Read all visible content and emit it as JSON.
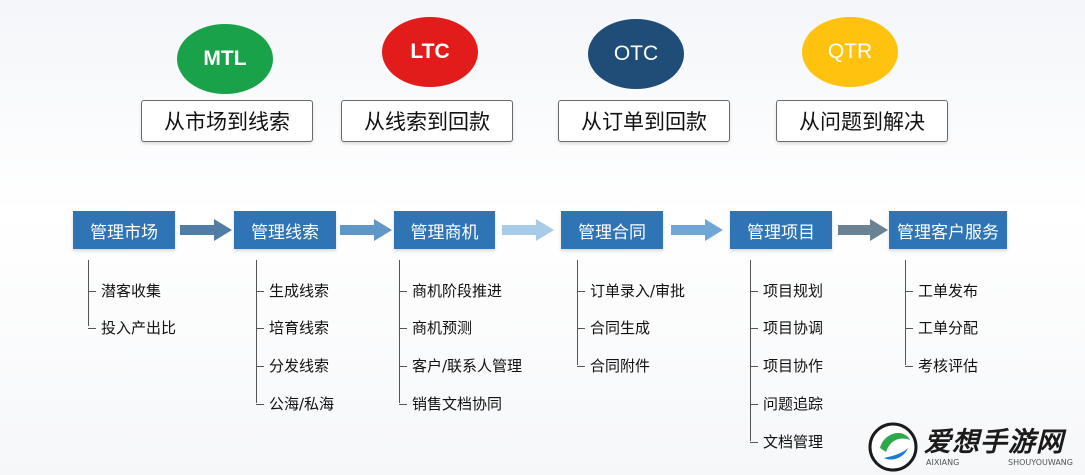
{
  "top_concepts": [
    {
      "abbr": "MTL",
      "label": "从市场到线索",
      "color": "#1aa24a"
    },
    {
      "abbr": "LTC",
      "label": "从线索到回款",
      "color": "#e21b1b"
    },
    {
      "abbr": "OTC",
      "label": "从订单到回款",
      "color": "#1f4d78"
    },
    {
      "abbr": "QTR",
      "label": "从问题到解决",
      "color": "#ffc20e"
    }
  ],
  "stages": [
    {
      "title": "管理市场",
      "items": [
        "潜客收集",
        "投入产出比"
      ]
    },
    {
      "title": "管理线索",
      "items": [
        "生成线索",
        "培育线索",
        "分发线索",
        "公海/私海"
      ]
    },
    {
      "title": "管理商机",
      "items": [
        "商机阶段推进",
        "商机预测",
        "客户/联系人管理",
        "销售文档协同"
      ]
    },
    {
      "title": "管理合同",
      "items": [
        "订单录入/审批",
        "合同生成",
        "合同附件"
      ]
    },
    {
      "title": "管理项目",
      "items": [
        "项目规划",
        "项目协调",
        "项目协作",
        "问题追踪",
        "文档管理"
      ]
    },
    {
      "title": "管理客户服务",
      "items": [
        "工单发布",
        "工单分配",
        "考核评估"
      ]
    }
  ],
  "colors": {
    "stage_fill": "#2f74b5",
    "arrow": "#5b8db8"
  },
  "watermark": {
    "title": "爱想手游网",
    "sub_left": "AIXIANG",
    "sub_right": "SHOUYOUWANG"
  }
}
